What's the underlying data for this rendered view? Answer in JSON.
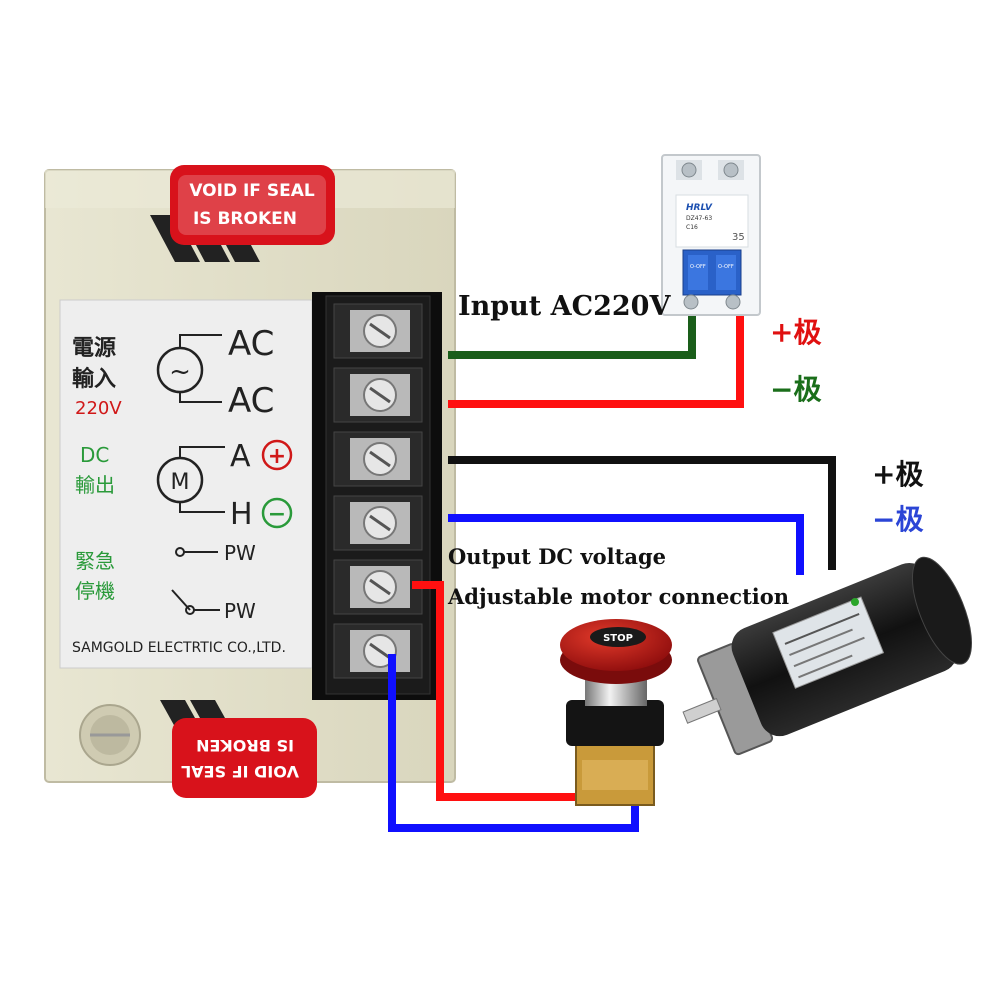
{
  "controller": {
    "seal_text_line1": "VOID IF SEAL",
    "seal_text_line2": "IS BROKEN",
    "power_input_label": "電源\n輸入",
    "power_voltage": "220V",
    "dc_output_label_line1": "DC",
    "dc_output_label_line2": "輸出",
    "emergency_label_line1": "緊急",
    "emergency_label_line2": "停機",
    "terminal_ac1": "AC",
    "terminal_ac2": "AC",
    "terminal_a": "A",
    "terminal_h": "H",
    "terminal_pw1": "PW",
    "terminal_pw2": "PW",
    "motor_symbol": "M",
    "ac_symbol": "~",
    "plus_symbol": "+",
    "minus_symbol": "−",
    "manufacturer": "SAMGOLD  ELECTRTIC CO.,LTD."
  },
  "breaker": {
    "brand": "HRLV",
    "model": "DZ47-63",
    "rating": "C16",
    "pole_number": "35",
    "off_label": "O-OFF"
  },
  "stop_button": {
    "label": "STOP"
  },
  "annotations": {
    "input": "Input AC220V",
    "breaker_plus": "+极",
    "breaker_minus": "−极",
    "motor_plus": "+极",
    "motor_minus": "−极",
    "output_line1": "Output DC voltage",
    "output_line2": "Adjustable motor connection"
  },
  "colors": {
    "wire_green": "#1a5e1a",
    "wire_red": "#ff1010",
    "wire_black": "#111111",
    "wire_blue": "#1010ff",
    "plus_red": "#e01010",
    "minus_green": "#1a6e1a",
    "minus_blue": "#2b45d6",
    "seal_red": "#d8121b"
  }
}
